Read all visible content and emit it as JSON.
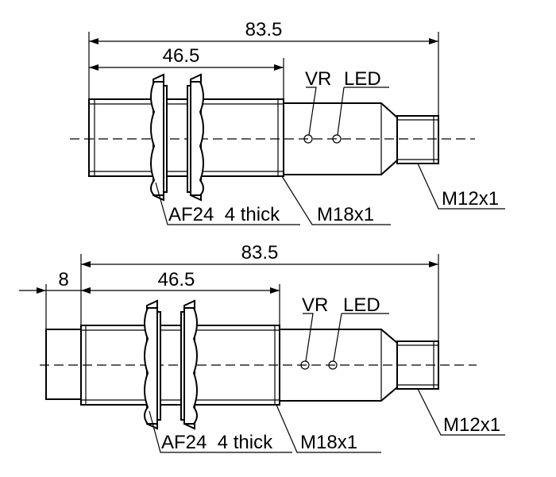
{
  "drawings": [
    {
      "overall_length": "83.5",
      "thread_length": "46.5",
      "vr_label": "VR",
      "led_label": "LED",
      "nut_label": "AF24  4 thick",
      "thread_label": "M18x1",
      "connector_label": "M12x1"
    },
    {
      "overall_length": "83.5",
      "thread_length": "46.5",
      "front_length": "8",
      "vr_label": "VR",
      "led_label": "LED",
      "nut_label": "AF24  4 thick",
      "thread_label": "M18x1",
      "connector_label": "M12x1"
    }
  ]
}
